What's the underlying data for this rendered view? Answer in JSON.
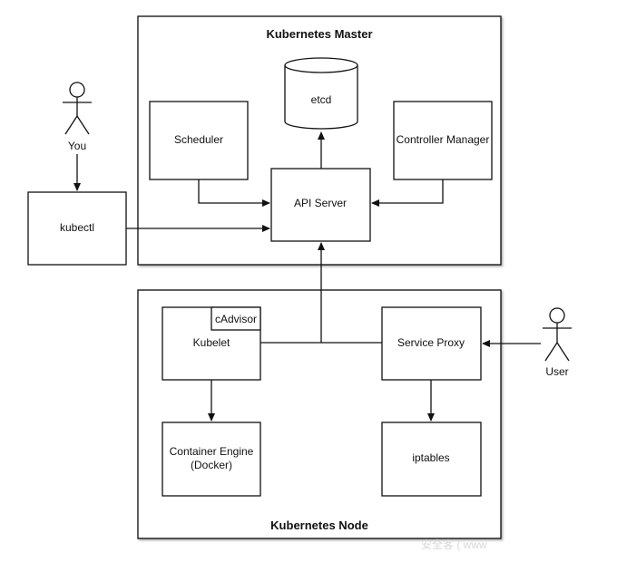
{
  "master": {
    "title": "Kubernetes Master",
    "etcd": "etcd",
    "scheduler": "Scheduler",
    "api_server": "API Server",
    "controller_manager": "Controller Manager"
  },
  "node": {
    "title": "Kubernetes Node",
    "cadvisor": "cAdvisor",
    "kubelet": "Kubelet",
    "service_proxy": "Service Proxy",
    "container_engine_line1": "Container Engine",
    "container_engine_line2": "(Docker)",
    "iptables": "iptables"
  },
  "external": {
    "you": "You",
    "kubectl": "kubectl",
    "user": "User"
  },
  "watermark": "安全客 ( www"
}
